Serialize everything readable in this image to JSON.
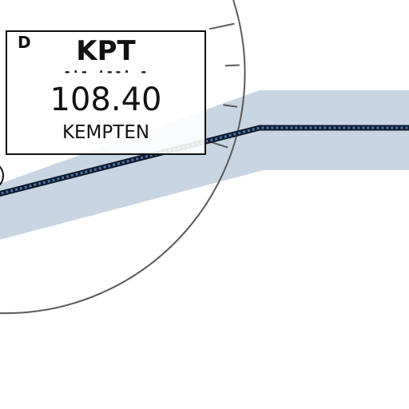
{
  "navaid": {
    "type_code": "D",
    "ident": "KPT",
    "morse": "-·- ·--· -",
    "frequency": "108.40",
    "name": "KEMPTEN"
  },
  "colors": {
    "airway_band": "#c5d3e0",
    "route_line": "#0f1a2e",
    "route_dots": "#4a78b0",
    "compass_rose": "#555555",
    "box_border": "#111111"
  },
  "icons": [
    "compass-rose",
    "vor-dme-symbol"
  ]
}
